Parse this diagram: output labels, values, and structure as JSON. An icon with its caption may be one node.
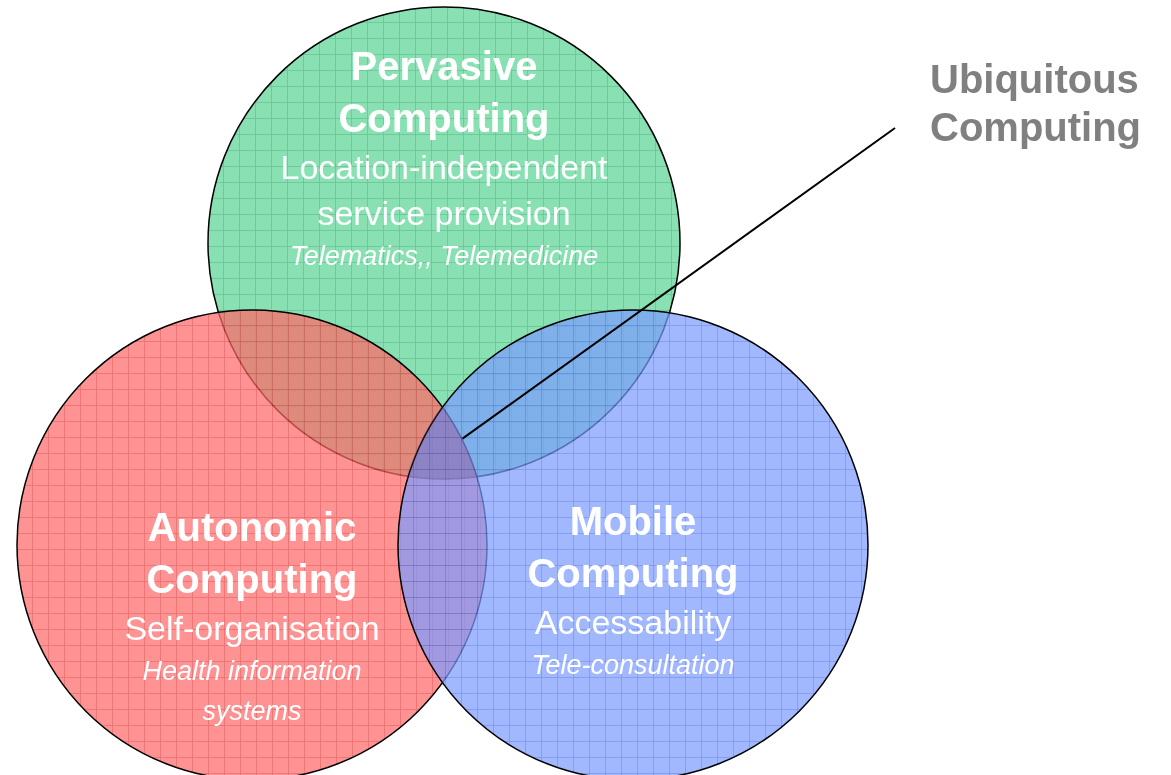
{
  "diagram": {
    "nodes": [
      {
        "text": [
          "Pervasive Computing",
          "Location-independent service provision",
          "Telematics,, Telemedicine"
        ]
      },
      {
        "text": [
          "Autonomic Computing",
          "Self-organisation",
          "Health information systems"
        ]
      },
      {
        "text": [
          "Mobile Computing",
          "Accessability",
          "Tele-consultation"
        ]
      },
      {
        "text": [
          "Ubiquitous Computing"
        ]
      },
      {
        "text": [],
        "shape": "region"
      }
    ],
    "edges": [
      {
        "from": 3,
        "to": 4,
        "arrow": "none"
      }
    ]
  }
}
